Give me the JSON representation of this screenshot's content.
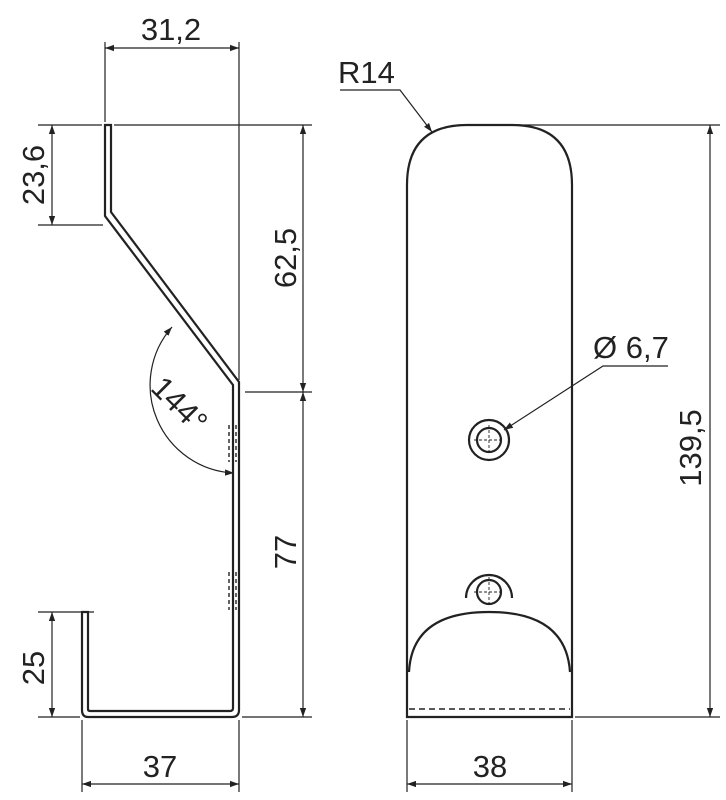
{
  "drawing": {
    "colors": {
      "line": "#222222",
      "background": "#ffffff"
    },
    "side_view": {
      "dim_top_width": "31,2",
      "dim_top_leg": "23,6",
      "dim_upper_height": "62,5",
      "dim_angle": "144°",
      "dim_lower_height": "77",
      "dim_hook_height": "25",
      "dim_bottom_width": "37"
    },
    "front_view": {
      "dim_radius": "R14",
      "dim_hole_diameter": "Ø 6,7",
      "dim_total_height": "139,5",
      "dim_width": "38"
    }
  }
}
